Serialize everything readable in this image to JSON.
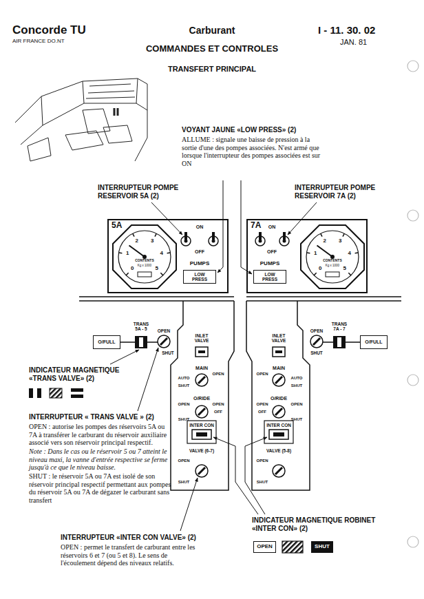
{
  "diagram": {
    "title": "COMMANDES ET CONTROLES",
    "nodes": [
      {
        "text": [
          "5A"
        ]
      },
      {
        "text": [
          "LOW PRESS"
        ],
        "in": 0
      },
      {
        "text": [
          "7A"
        ]
      },
      {
        "text": [
          "LOW PRESS"
        ],
        "in": 2
      },
      {
        "text": [
          "O/FULL"
        ]
      },
      {
        "text": [
          "O/FULL"
        ]
      },
      {
        "text": [
          "OPEN"
        ]
      },
      {
        "text": [
          "SHUT"
        ]
      }
    ],
    "labels": [
      "Concorde TU",
      "AIR FRANCE DO.NT",
      "Carburant",
      "I - 11. 30. 02",
      "JAN. 81",
      "TRANSFERT PRINCIPAL",
      "VOYANT JAUNE «LOW PRESS» (2)",
      "ALLUME : signale une baisse de pression à la sortie d'une des pompes associées. N'est armé que lorsque l'interrupteur des pompes associées est sur ON",
      "INTERRUPTEUR POMPE RESERVOIR 5A (2)",
      "INTERRUPTEUR POMPE RESERVOIR 7A (2)",
      "ON",
      "OFF",
      "0",
      "1",
      "2",
      "3",
      "4",
      "5",
      "CONTENTS",
      "Kg x 1000",
      "PUMPS",
      "ON",
      "OFF",
      "0",
      "1",
      "2",
      "3",
      "4",
      "5",
      "CONTENTS",
      "Kg x 1000",
      "PUMPS",
      "TRANS 5A - 5",
      "OPEN",
      "SHUT",
      "INLET VALVE",
      "MAIN",
      "OPEN",
      "AUTO",
      "SHUT",
      "O/RIDE",
      "OPEN",
      "OPEN",
      "OFF",
      "SHUT",
      "INTER CON",
      "VALVE (6-7)",
      "OPEN",
      "SHUT",
      "INLET VALVE",
      "MAIN",
      "OPEN",
      "AUTO",
      "SHUT",
      "O/RIDE",
      "OPEN",
      "OFF",
      "OPEN",
      "SHUT",
      "INTER CON",
      "VALVE (5-8)",
      "OPEN",
      "SHUT",
      "OPEN",
      "SHUT",
      "TRANS 7A - 7",
      "INDICATEUR MAGNETIQUE «TRANS VALVE» (2)",
      "INTERRUPTEUR « TRANS VALVE » (2)",
      "OPEN : autorise les pompes des réservoirs 5A ou 7A à transférer le carburant du réservoir auxiliaire associé vers son réservoir principal respectif.",
      "Note : Dans le cas ou le réservoir 5 ou 7 atteint le niveau maxi, la vanne d'entrée respective se ferme jusqu'à ce que le niveau baisse.",
      "SHUT : le réservoir 5A ou 7A est isolé de son réservoir principal respectif permettant aux pompes du réservoir 5A ou 7A de dégazer le carburant sans transfert",
      "INTERRUPTEUR «INTER CON VALVE» (2)",
      "OPEN : permet le transfert de carburant entre les réservoirs 6 et 7 (ou 5 et 8). Le sens de l'écoulement dépend des niveaux relatifs.",
      "INDICATEUR MAGNETIQUE ROBINET «INTER CON» (2)"
    ]
  }
}
